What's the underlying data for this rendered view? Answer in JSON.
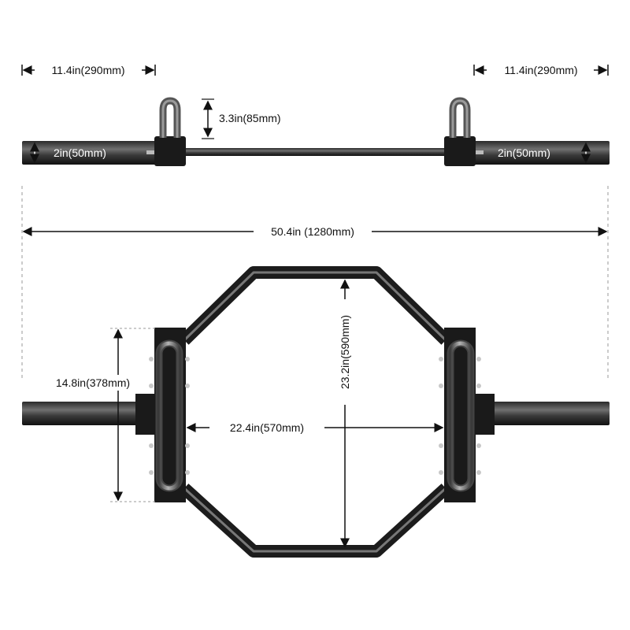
{
  "product": "trap-hex-bar",
  "colors": {
    "bar_dark": "#222222",
    "bar_light": "#6a6a6a",
    "block": "#1a1a1a",
    "handle_metal": "#8a8a8a",
    "dim_line": "#111111",
    "guide_dashed": "#9a9a9a"
  },
  "dimensions": {
    "sleeve_left": "11.4in(290mm)",
    "sleeve_right": "11.4in(290mm)",
    "handle_height": "3.3in(85mm)",
    "sleeve_diameter_left": "2in(50mm)",
    "sleeve_diameter_right": "2in(50mm)",
    "total_length": "50.4in (1280mm)",
    "handle_length": "14.8in(378mm)",
    "inner_width": "22.4in(570mm)",
    "frame_depth": "23.2in(590mm)"
  }
}
